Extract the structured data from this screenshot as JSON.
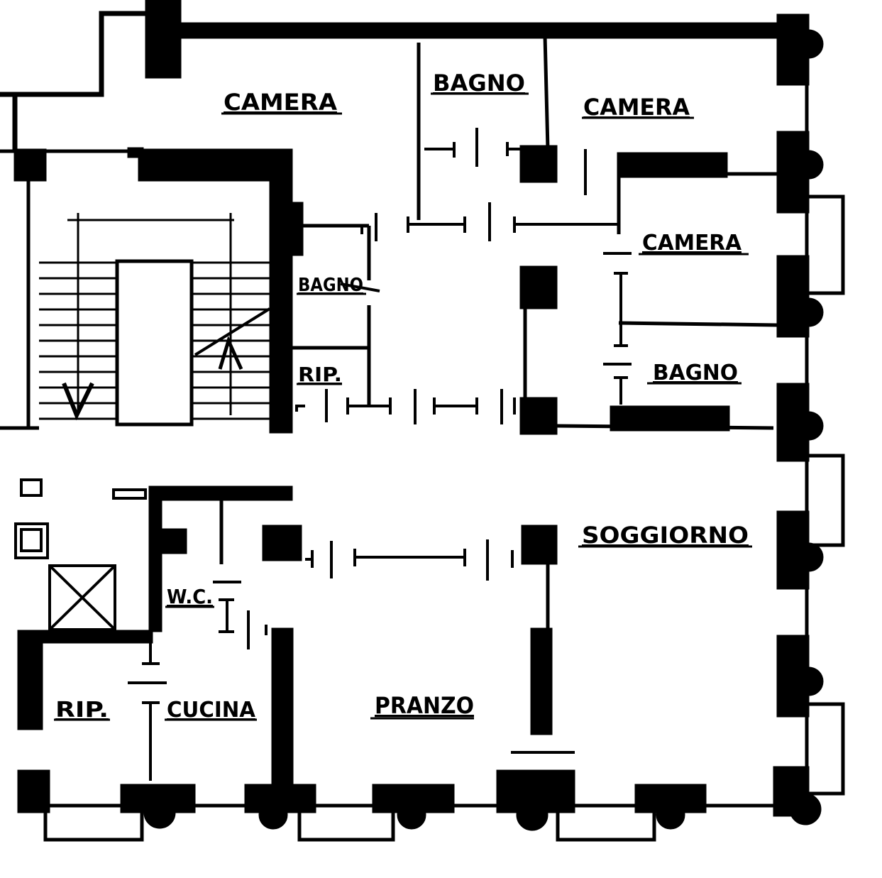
{
  "plan": {
    "ink_color": "#000000",
    "paper_color": "#ffffff",
    "rooms": {
      "camera_1": "CAMERA",
      "bagno_1": "BAGNO",
      "camera_2": "CAMERA",
      "camera_3": "CAMERA",
      "bagno_2": "BAGNO",
      "rip_1": "RIP.",
      "bagno_3": "BAGNO",
      "soggiorno": "SOGGIORNO",
      "wc": "W.C.",
      "rip_2": "RIP.",
      "cucina": "CUCINA",
      "pranzo": "PRANZO"
    }
  }
}
